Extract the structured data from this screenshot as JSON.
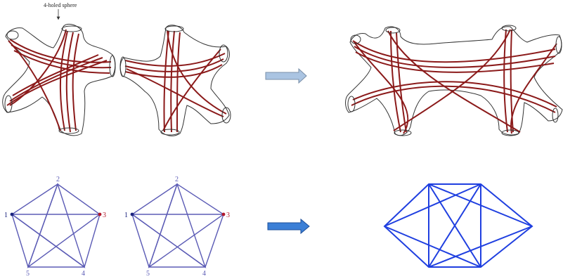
{
  "annotation": {
    "label": "4-holed sphere"
  },
  "pentagon_labels": [
    "1",
    "2",
    "3",
    "4",
    "5"
  ],
  "colors": {
    "surface_outline": "#333333",
    "surface_curves": "#8b1a1a",
    "graph_small": "#5b5bb5",
    "graph_large": "#1f3fe0",
    "vertex_red": "#b2182b",
    "vertex_blue": "#1a237e",
    "arrow_top": "#aac4e2",
    "arrow_bottom": "#3b7fd6"
  },
  "icons": [
    "arrow-right-icon"
  ]
}
